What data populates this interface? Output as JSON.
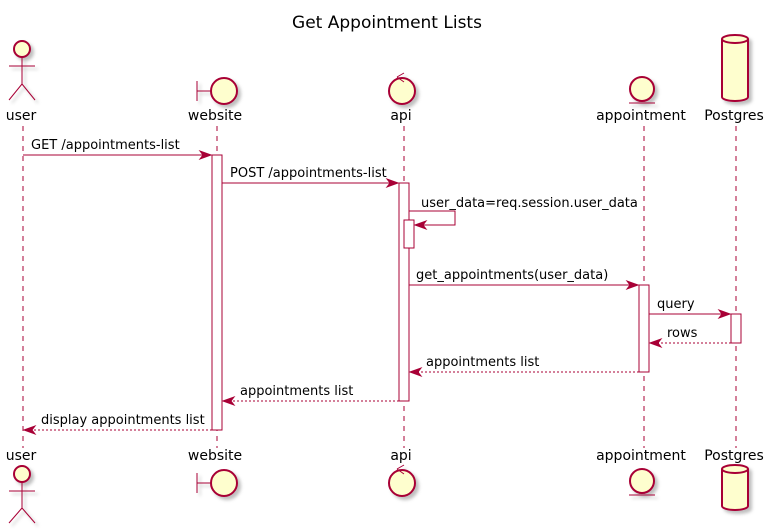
{
  "diagram": {
    "title": "Get Appointment Lists",
    "colors": {
      "line": "#A80036",
      "fill": "#FEFECE",
      "shadow": "#cfcfcf"
    },
    "participants": [
      {
        "id": "user",
        "label": "user",
        "kind": "actor"
      },
      {
        "id": "website",
        "label": "website",
        "kind": "boundary"
      },
      {
        "id": "api",
        "label": "api",
        "kind": "control"
      },
      {
        "id": "appointment",
        "label": "appointment",
        "kind": "entity"
      },
      {
        "id": "postgres",
        "label": "Postgres",
        "kind": "database"
      }
    ],
    "messages": [
      {
        "from": "user",
        "to": "website",
        "label": "GET /appointments-list",
        "type": "sync"
      },
      {
        "from": "website",
        "to": "api",
        "label": "POST /appointments-list",
        "type": "sync"
      },
      {
        "from": "api",
        "to": "api",
        "label": "user_data=req.session.user_data",
        "type": "self"
      },
      {
        "from": "api",
        "to": "appointment",
        "label": "get_appointments(user_data)",
        "type": "sync"
      },
      {
        "from": "appointment",
        "to": "postgres",
        "label": "query",
        "type": "sync"
      },
      {
        "from": "postgres",
        "to": "appointment",
        "label": "rows",
        "type": "return"
      },
      {
        "from": "appointment",
        "to": "api",
        "label": "appointments list",
        "type": "return"
      },
      {
        "from": "api",
        "to": "website",
        "label": "appointments list",
        "type": "return"
      },
      {
        "from": "website",
        "to": "user",
        "label": "display appointments list",
        "type": "return"
      }
    ]
  }
}
